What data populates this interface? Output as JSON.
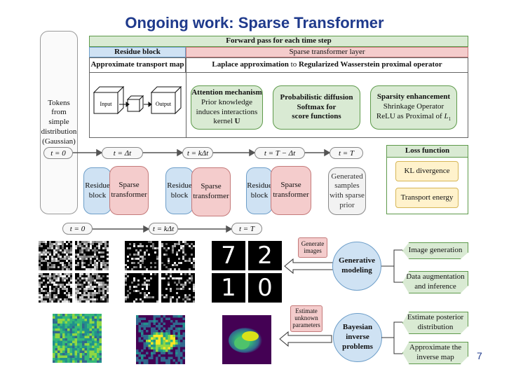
{
  "title": "Ongoing work: Sparse Transformer",
  "tokens": "Tokens from simple distribution (Gaussian)",
  "forward": "Forward pass for each time step",
  "residue_block_header": "Residue block",
  "sparse_layer_header": "Sparse transformer layer",
  "approx_map": "Approximate transport map",
  "laplace": {
    "a": "Laplace approximation",
    "b": "to",
    "c": "Regularized Wasserstein proximal operator"
  },
  "input_label": "Input",
  "output_label": "Output",
  "attention": {
    "title": "Attention mechanism",
    "lines": [
      "Prior knowledge",
      "induces interactions"
    ],
    "kernel": "kernel",
    "kernel_sym": "U"
  },
  "diffusion": {
    "title_a": "Probabilistic diffusion",
    "title_b": "Softmax for",
    "title_c": "score functions"
  },
  "sparsity": {
    "title": "Sparsity enhancement",
    "line1": "Shrinkage Operator",
    "line2": "ReLU as Proximal of",
    "sym": "L",
    "sub": "1"
  },
  "time1": [
    "t = 0",
    "t = Δt",
    "t = kΔt",
    "t = T − Δt",
    "t = T"
  ],
  "residue": "Residue block",
  "sparse_tf": "Sparse transformer",
  "generated": "Generated samples with sparse prior",
  "loss": {
    "title": "Loss function",
    "items": [
      "KL divergence",
      "Transport energy"
    ]
  },
  "time2": [
    "t = 0",
    "t = kΔt",
    "t = T"
  ],
  "generate_images": "Generate images",
  "generative": "Generative modeling",
  "gen_out": [
    "Image generation",
    "Data augmentation and inference"
  ],
  "estimate_params": "Estimate unknown parameters",
  "bayesian": "Bayesian inverse problems",
  "bayes_out": [
    "Estimate posterior distribution",
    "Approximate the inverse map"
  ],
  "digits": [
    "7",
    "2",
    "1",
    "0"
  ],
  "page_number": "7"
}
